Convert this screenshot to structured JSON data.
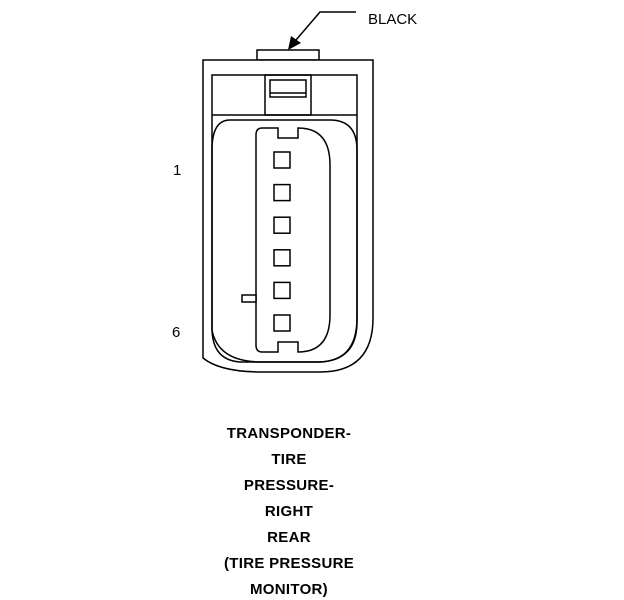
{
  "connector": {
    "color_label": "BLACK",
    "pin_first_label": "1",
    "pin_last_label": "6",
    "pin_count": 6
  },
  "title": {
    "lines": [
      "TRANSPONDER-",
      "TIRE",
      "PRESSURE-",
      "RIGHT",
      "REAR",
      "(TIRE PRESSURE",
      "MONITOR)"
    ]
  },
  "colors": {
    "stroke": "#000000",
    "background": "#ffffff"
  }
}
